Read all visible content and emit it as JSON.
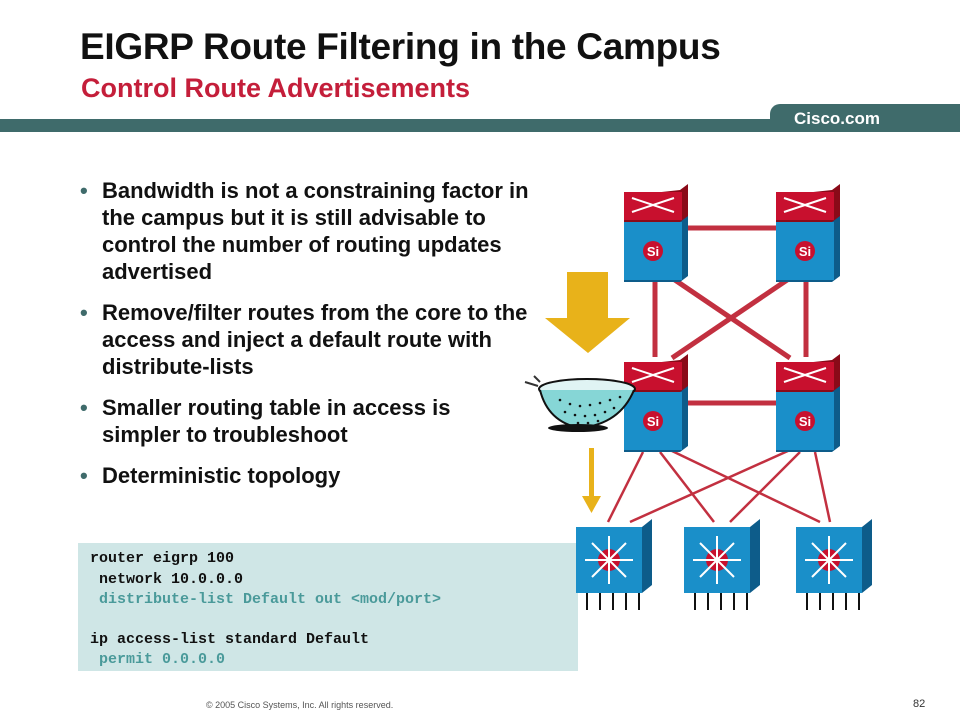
{
  "header": {
    "title": "EIGRP Route Filtering in the Campus",
    "subtitle": "Control Route Advertisements",
    "brand": "Cisco.com"
  },
  "bullets": [
    {
      "text": "Bandwidth is not a constraining factor in the campus but it is still advisable to control the number of routing updates advertised"
    },
    {
      "text": "Remove/filter routes from the core to the access and inject a default route with distribute-lists"
    },
    {
      "text": "Smaller routing table in access is simpler to troubleshoot"
    },
    {
      "text": "Deterministic topology"
    }
  ],
  "code_lines": [
    {
      "text": "router eigrp 100",
      "kind": "cmd"
    },
    {
      "text": " network 10.0.0.0",
      "kind": "cmd"
    },
    {
      "text": " distribute-list Default out <mod/port>",
      "kind": "sub"
    },
    {
      "text": "",
      "kind": "blank"
    },
    {
      "text": "ip access-list standard Default",
      "kind": "cmd"
    },
    {
      "text": " permit 0.0.0.0",
      "kind": "sub"
    }
  ],
  "diagram": {
    "core_switch_label": "Si",
    "distribution_switch_label": "Si",
    "colors": {
      "router_red": "#c8102e",
      "switch_blue": "#1a8fc9",
      "link_red": "#c23040",
      "arrow_gold": "#e8b21a",
      "filter_cyan": "#86d6d6"
    }
  },
  "footer": {
    "copyright": "© 2005 Cisco Systems, Inc. All rights reserved.",
    "page": "82"
  }
}
